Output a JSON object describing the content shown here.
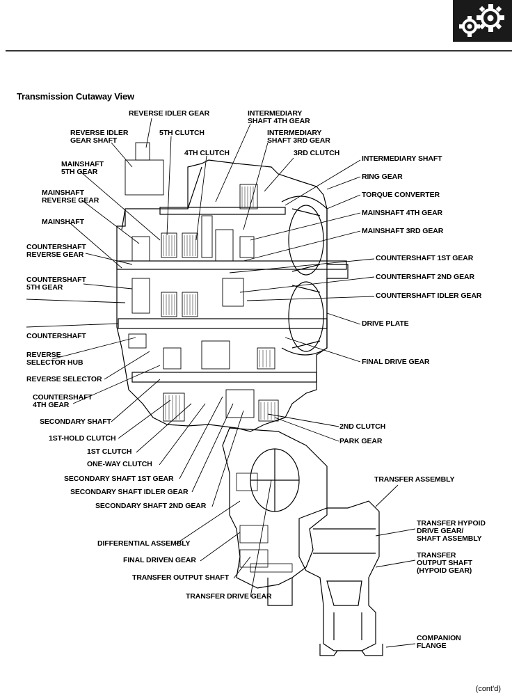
{
  "page": {
    "title": "Transmission Cutaway View",
    "footer": "(cont'd)",
    "logo_icon": "gears-icon"
  },
  "labels": {
    "reverse_idler_gear": "REVERSE IDLER GEAR",
    "reverse_idler_gear_shaft": "REVERSE IDLER\nGEAR SHAFT",
    "fifth_clutch": "5TH CLUTCH",
    "fourth_clutch": "4TH CLUTCH",
    "intermediary_shaft_4th_gear": "INTERMEDIARY\nSHAFT 4TH GEAR",
    "intermediary_shaft_3rd_gear": "INTERMEDIARY\nSHAFT 3RD GEAR",
    "third_clutch": "3RD CLUTCH",
    "intermediary_shaft": "INTERMEDIARY SHAFT",
    "ring_gear": "RING GEAR",
    "torque_converter": "TORQUE CONVERTER",
    "mainshaft_4th_gear": "MAINSHAFT 4TH GEAR",
    "mainshaft_3rd_gear": "MAINSHAFT 3RD GEAR",
    "countershaft_1st_gear": "COUNTERSHAFT 1ST GEAR",
    "countershaft_2nd_gear": "COUNTERSHAFT 2ND GEAR",
    "countershaft_idler_gear": "COUNTERSHAFT IDLER GEAR",
    "drive_plate": "DRIVE PLATE",
    "final_drive_gear": "FINAL DRIVE GEAR",
    "mainshaft_5th_gear": "MAINSHAFT\n5TH GEAR",
    "mainshaft_reverse_gear": "MAINSHAFT\nREVERSE GEAR",
    "mainshaft": "MAINSHAFT",
    "countershaft_reverse_gear": "COUNTERSHAFT\nREVERSE GEAR",
    "countershaft_5th_gear": "COUNTERSHAFT\n5TH GEAR",
    "countershaft": "COUNTERSHAFT",
    "reverse_selector_hub": "REVERSE\nSELECTOR HUB",
    "reverse_selector": "REVERSE SELECTOR",
    "countershaft_4th_gear": "COUNTERSHAFT\n4TH GEAR",
    "secondary_shaft": "SECONDARY SHAFT",
    "first_hold_clutch": "1ST-HOLD CLUTCH",
    "first_clutch": "1ST CLUTCH",
    "one_way_clutch": "ONE-WAY CLUTCH",
    "secondary_shaft_1st_gear": "SECONDARY SHAFT 1ST GEAR",
    "secondary_shaft_idler_gear": "SECONDARY SHAFT IDLER GEAR",
    "secondary_shaft_2nd_gear": "SECONDARY SHAFT 2ND GEAR",
    "second_clutch": "2ND CLUTCH",
    "park_gear": "PARK GEAR",
    "transfer_assembly": "TRANSFER ASSEMBLY",
    "differential_assembly": "DIFFERENTIAL ASSEMBLY",
    "final_driven_gear": "FINAL DRIVEN GEAR",
    "transfer_output_shaft": "TRANSFER OUTPUT SHAFT",
    "transfer_drive_gear": "TRANSFER DRIVE GEAR",
    "transfer_hypoid_drive_gear": "TRANSFER HYPOID\nDRIVE GEAR/\nSHAFT ASSEMBLY",
    "transfer_output_shaft_hypoid": "TRANSFER\nOUTPUT SHAFT\n(HYPOID GEAR)",
    "companion_flange": "COMPANION\nFLANGE"
  }
}
